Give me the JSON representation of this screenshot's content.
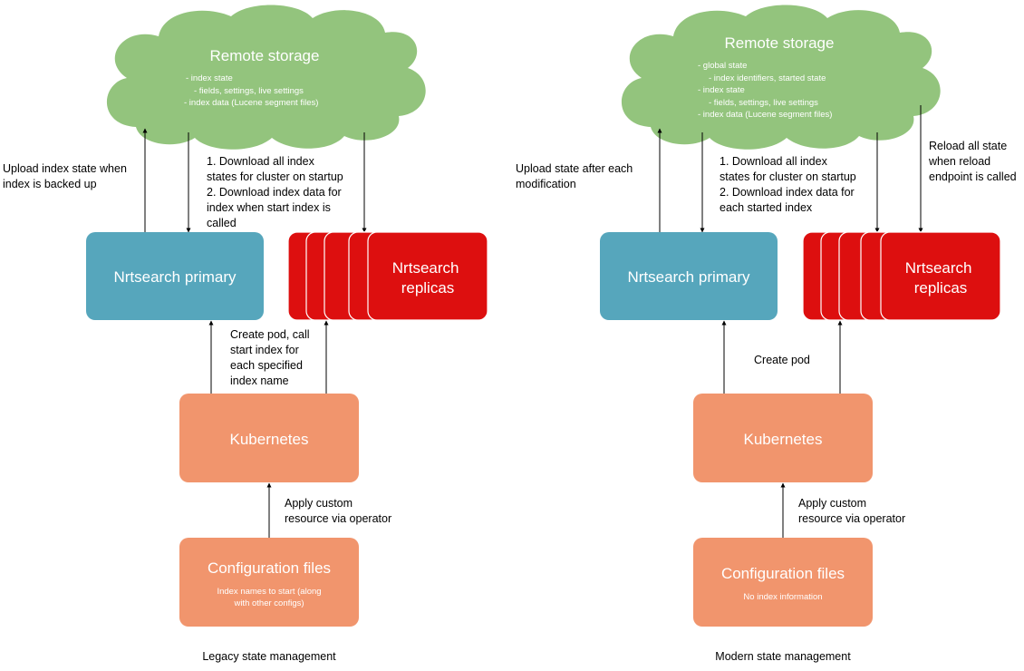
{
  "colors": {
    "cloud": "#93c47d",
    "primary": "#56a6bc",
    "replica": "#dd0f0f",
    "kubernetes": "#f1956d",
    "text_dark": "#000000",
    "text_light": "#ffffff",
    "stroke": "#000000"
  },
  "legacy": {
    "caption": "Legacy state management",
    "cloud": {
      "title": "Remote storage",
      "lines": [
        "- index state",
        "- fields, settings, live settings",
        "- index data (Lucene segment files)"
      ]
    },
    "upload_label": [
      "Upload index state when",
      "index is backed up"
    ],
    "download_label": [
      "1. Download all index",
      "states for cluster on startup",
      "2. Download index data for",
      "index when start index is",
      "called"
    ],
    "primary": {
      "label": "Nrtsearch primary"
    },
    "replicas": {
      "label": [
        "Nrtsearch",
        "replicas"
      ]
    },
    "create_label": [
      "Create pod, call",
      "start index for",
      "each specified",
      "index name"
    ],
    "kubernetes": {
      "label": "Kubernetes"
    },
    "apply_label": [
      "Apply custom",
      "resource via operator"
    ],
    "config": {
      "title": "Configuration files",
      "lines": [
        "Index names to start (along",
        "with other configs)"
      ]
    }
  },
  "modern": {
    "caption": "Modern state management",
    "cloud": {
      "title": "Remote storage",
      "lines": [
        "- global state",
        "- index identifiers, started state",
        "- index state",
        "- fields, settings, live settings",
        "- index data (Lucene segment files)"
      ]
    },
    "upload_label": [
      "Upload state after each",
      "modification"
    ],
    "download_label": [
      "1. Download all index",
      "states for cluster on startup",
      "2. Download index data for",
      "each started index"
    ],
    "reload_label": [
      "Reload all state",
      "when reload",
      "endpoint is called"
    ],
    "primary": {
      "label": "Nrtsearch primary"
    },
    "replicas": {
      "label": [
        "Nrtsearch",
        "replicas"
      ]
    },
    "create_label": [
      "Create pod"
    ],
    "kubernetes": {
      "label": "Kubernetes"
    },
    "apply_label": [
      "Apply custom",
      "resource via operator"
    ],
    "config": {
      "title": "Configuration files",
      "lines": [
        "No index information"
      ]
    }
  }
}
